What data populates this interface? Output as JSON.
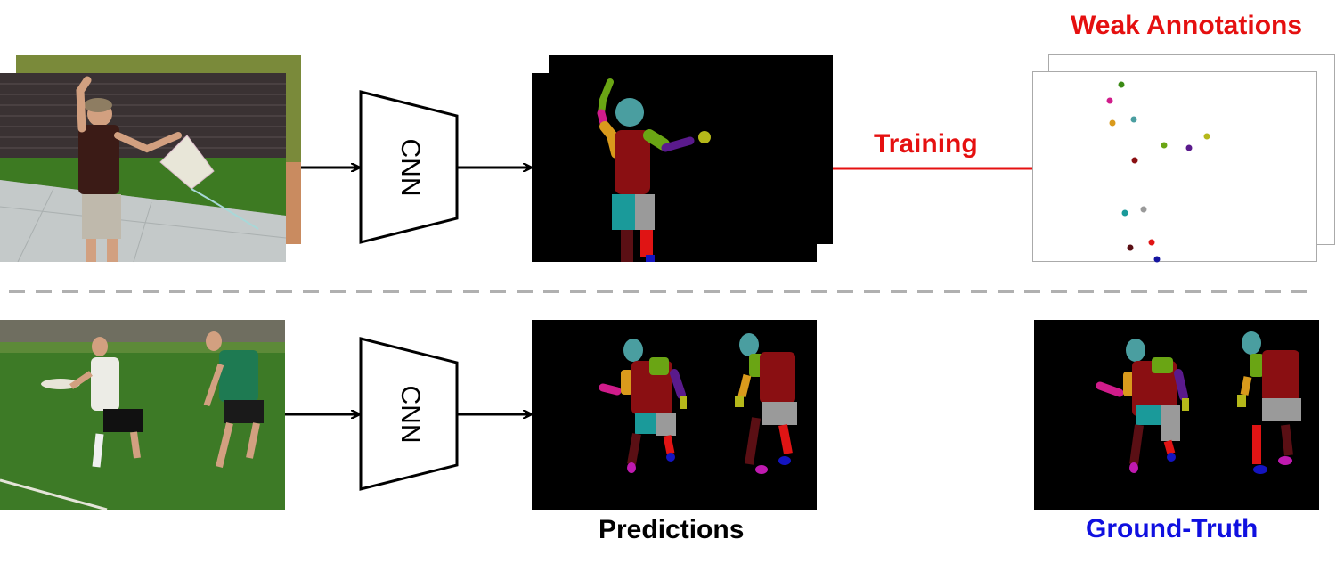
{
  "top": {
    "cnn_label": "CNN",
    "training_label": "Training",
    "weak_annotations_title": "Weak Annotations"
  },
  "bottom": {
    "cnn_label": "CNN",
    "predictions_label": "Predictions",
    "ground_truth_label": "Ground-Truth"
  },
  "colors": {
    "training": "#e51010",
    "weak_title": "#e51010",
    "ground_truth": "#1010e0",
    "predictions": "#000000",
    "head": "#4a9ea0",
    "torso": "#8a0f12",
    "upper_arm_l": "#d99a1c",
    "upper_arm_r": "#6aa514",
    "lower_arm_l": "#d01c8b",
    "lower_arm_r": "#5a1a8c",
    "hand": "#b5b81a",
    "upper_leg_l": "#1a9a9a",
    "upper_leg_r": "#9a9a9a",
    "lower_leg_l": "#5a0f14",
    "lower_leg_r": "#e01414",
    "foot_l": "#c01ab0",
    "foot_r": "#1414c0"
  }
}
